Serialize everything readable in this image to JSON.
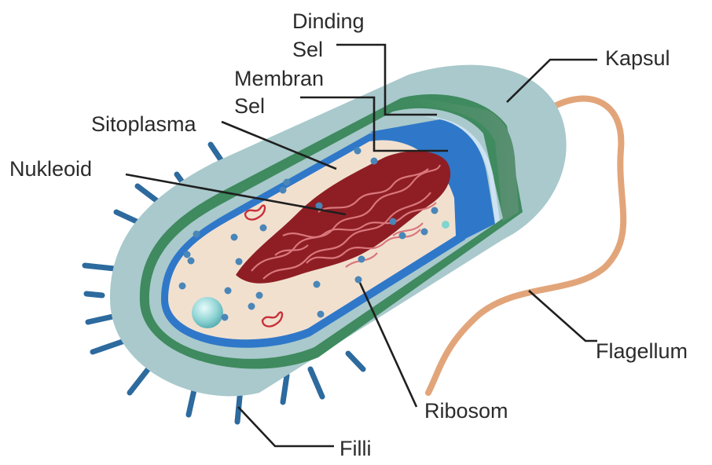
{
  "labels": {
    "dinding_line1": "Dinding",
    "dinding_line2": "Sel",
    "membran_line1": "Membran",
    "membran_line2": "Sel",
    "sitoplasma": "Sitoplasma",
    "nukleoid": "Nukleoid",
    "kapsul": "Kapsul",
    "flagellum": "Flagellum",
    "ribosom": "Ribosom",
    "filli": "Filli"
  },
  "colors": {
    "capsule": "#a9c9cc",
    "cell_wall": "#3f8a5f",
    "membrane": "#2f78c9",
    "cytoplasm": "#f2e0cf",
    "nucleoid": "#8e1e24",
    "ribosome": "#4a86b8",
    "flagellum": "#e2a57a",
    "pili": "#2d6a9e"
  }
}
